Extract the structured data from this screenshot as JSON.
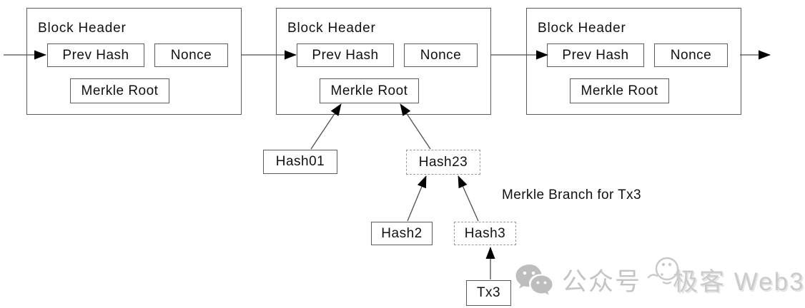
{
  "diagram": {
    "blocks": [
      {
        "title": "Block Header",
        "prev_hash": "Prev Hash",
        "nonce": "Nonce",
        "merkle_root": "Merkle Root"
      },
      {
        "title": "Block Header",
        "prev_hash": "Prev Hash",
        "nonce": "Nonce",
        "merkle_root": "Merkle Root"
      },
      {
        "title": "Block Header",
        "prev_hash": "Prev Hash",
        "nonce": "Nonce",
        "merkle_root": "Merkle Root"
      }
    ],
    "merkle_tree": {
      "hash01": "Hash01",
      "hash23": "Hash23",
      "hash2": "Hash2",
      "hash3": "Hash3",
      "tx3": "Tx3"
    },
    "branch_label": "Merkle Branch for Tx3"
  },
  "watermark": {
    "wechat_icon": "wechat-icon",
    "prefix": "公众号",
    "logo_icon": "geek-face-icon",
    "suffix": "极客 Web3"
  },
  "colors": {
    "background": "#ffffff",
    "box_border": "#5c5c5c",
    "dashed_border": "#9a9a9a",
    "arrow_line": "#4d4d4d",
    "arrowhead": "#000000",
    "text": "#111111",
    "watermark": "#c4c4c4"
  }
}
